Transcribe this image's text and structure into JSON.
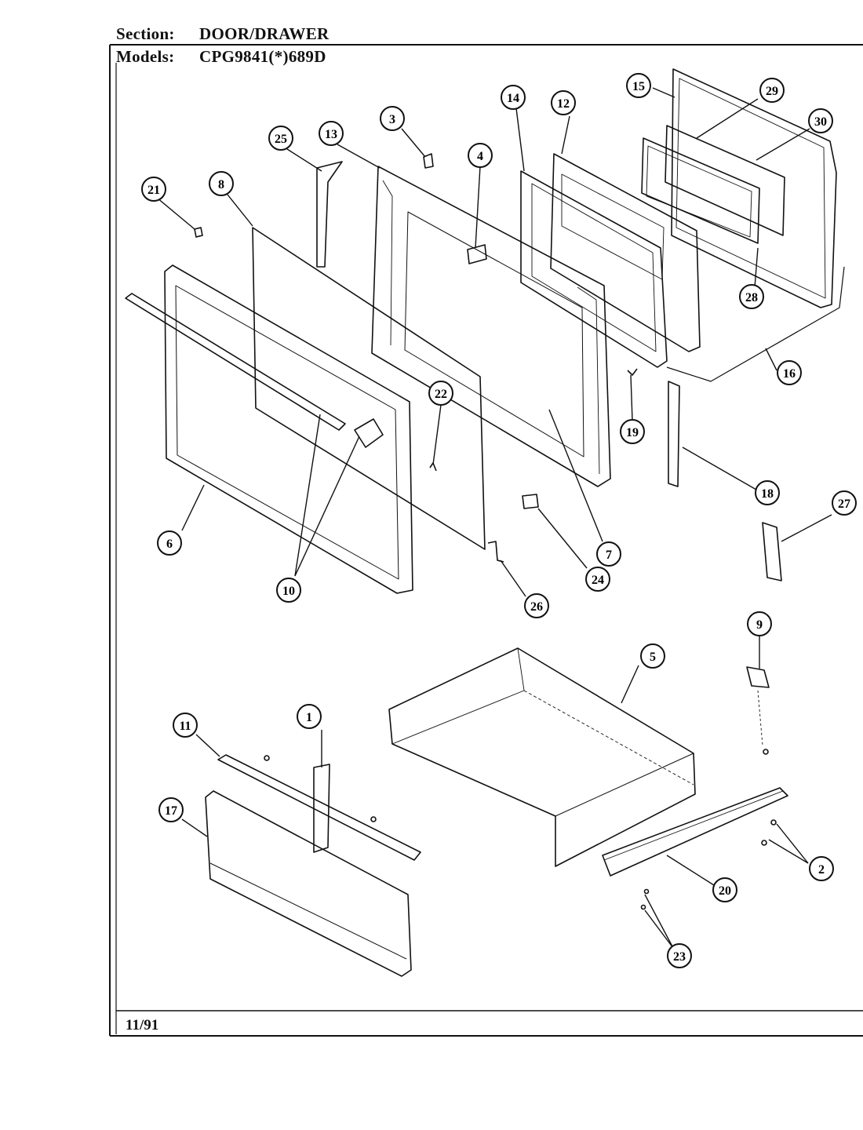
{
  "header": {
    "section_label": "Section:",
    "section_value": "DOOR/DRAWER",
    "models_label": "Models:",
    "models_value": "CPG9841(*)689D"
  },
  "footer": {
    "date": "11/91"
  },
  "callouts": [
    "1",
    "2",
    "3",
    "4",
    "5",
    "6",
    "7",
    "8",
    "9",
    "10",
    "11",
    "12",
    "13",
    "14",
    "15",
    "16",
    "17",
    "18",
    "19",
    "20",
    "21",
    "22",
    "23",
    "24",
    "25",
    "26",
    "27",
    "28",
    "29",
    "30"
  ]
}
